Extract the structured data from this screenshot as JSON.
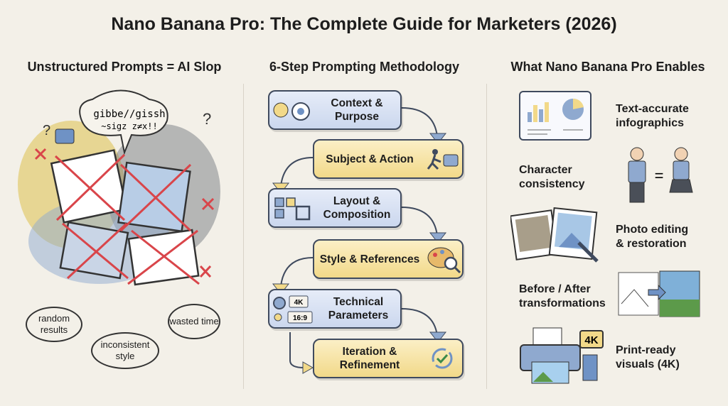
{
  "title": "Nano Banana Pro: The Complete Guide for Marketers (2026)",
  "left": {
    "heading": "Unstructured Prompts = AI Slop",
    "gibberish": "gibbe//gissh ~sigz z≠x!!",
    "bubbles": [
      "random results",
      "inconsistent style",
      "wasted time"
    ]
  },
  "middle": {
    "heading": "6-Step Prompting Methodology",
    "steps": [
      "Context & Purpose",
      "Subject & Action",
      "Layout & Composition",
      "Style & References",
      "Technical Parameters",
      "Iteration & Refinement"
    ],
    "badges": [
      "4K",
      "16:9"
    ]
  },
  "right": {
    "heading": "What Nano Banana Pro Enables",
    "features": [
      "Text-accurate infographics",
      "Character consistency",
      "Photo editing & restoration",
      "Before / After transformations",
      "Print-ready visuals (4K)"
    ],
    "badge": "4K",
    "equals": "="
  },
  "colors": {
    "bg": "#f3f0e8",
    "blue": "#cbd7ee",
    "yellow": "#f2d989",
    "red": "#d9454a",
    "ink": "#3f4a5e"
  }
}
